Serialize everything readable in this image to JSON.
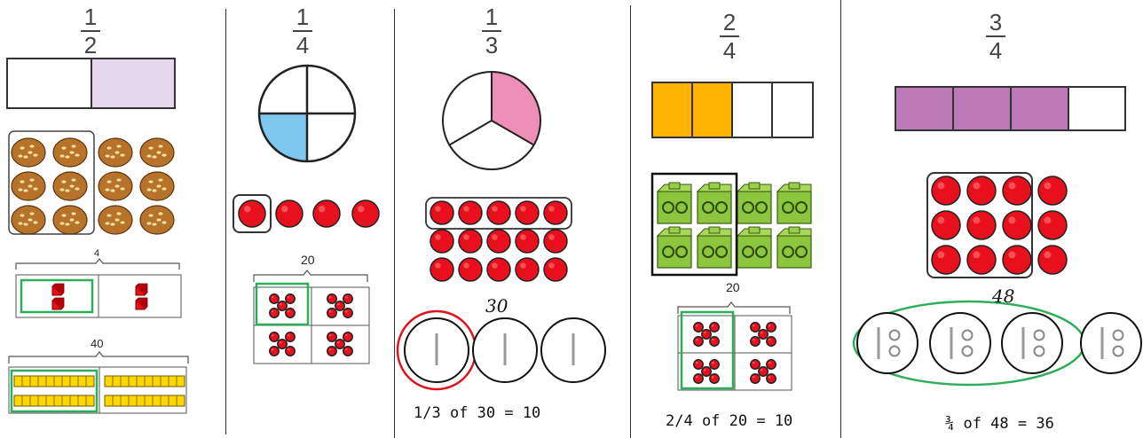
{
  "panels": [
    {
      "fraction": {
        "numerator": "1",
        "denominator": "2"
      },
      "bar_model": {
        "parts": 2,
        "shaded": 1,
        "color": "#e6d8ec"
      },
      "objects": {
        "kind": "cookies",
        "count": 12,
        "circled": 6
      },
      "bar_4": {
        "total_label": "4"
      },
      "bar_40": {
        "total_label": "40"
      }
    },
    {
      "fraction": {
        "numerator": "1",
        "denominator": "4"
      },
      "circle_model": {
        "parts": 4,
        "shaded": 1,
        "color": "#7ec8f0"
      },
      "objects": {
        "kind": "red-counters",
        "count": 4,
        "circled": 1
      },
      "bar_20": {
        "total_label": "20"
      }
    },
    {
      "fraction": {
        "numerator": "1",
        "denominator": "3"
      },
      "circle_model": {
        "parts": 3,
        "shaded": 1,
        "color": "#ee8fb8"
      },
      "objects": {
        "kind": "red-counters",
        "count": 15,
        "circled": 5
      },
      "total": "30",
      "caption": "1/3 of 30 = 10"
    },
    {
      "fraction": {
        "numerator": "2",
        "denominator": "4"
      },
      "bar_model": {
        "parts": 4,
        "shaded": 2,
        "color": "#ffb300"
      },
      "objects": {
        "kind": "green-cubes",
        "count": 8,
        "circled": 4
      },
      "bar_20": {
        "total_label": "20"
      },
      "caption": "2/4 of 20 = 10"
    },
    {
      "fraction": {
        "numerator": "3",
        "denominator": "4"
      },
      "bar_model": {
        "parts": 4,
        "shaded": 3,
        "color": "#bb7ab5"
      },
      "objects": {
        "kind": "red-counters",
        "count": 12,
        "circled": 9
      },
      "total": "48",
      "caption": "¾ of 48 = 36"
    }
  ],
  "colors": {
    "counter_red": "#e8101c",
    "circle_green": "#2fae5a",
    "circle_red": "#e0141e",
    "tens_yellow": "#ffd700",
    "cube_green": "#8cc63f",
    "cookie_brown": "#b8732a"
  }
}
